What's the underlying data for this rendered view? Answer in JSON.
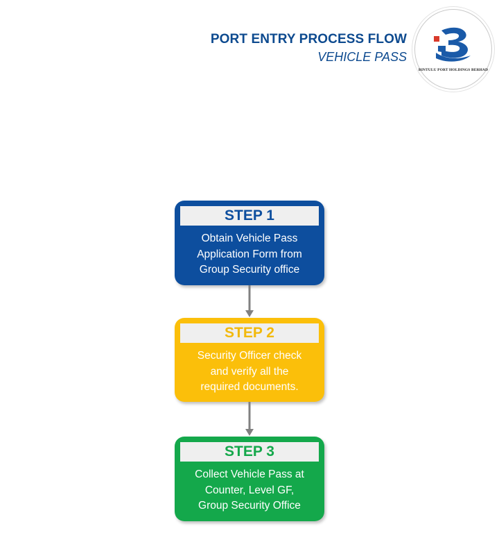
{
  "header": {
    "title": "PORT ENTRY PROCESS FLOW",
    "subtitle": "VEHICLE PASS"
  },
  "logo": {
    "name": "BINTULU PORT HOLDINGS BERHAD"
  },
  "steps": [
    {
      "label": "STEP 1",
      "lines": [
        "Obtain Vehicle Pass",
        "Application Form from",
        "Group Security office"
      ],
      "color": "#0d4e9e"
    },
    {
      "label": "STEP 2",
      "lines": [
        "Security Officer check",
        "and verify all the",
        "required documents."
      ],
      "color": "#fbbf0a"
    },
    {
      "label": "STEP 3",
      "lines": [
        "Collect Vehicle Pass at",
        "Counter, Level GF,",
        "Group Security Office"
      ],
      "color": "#14a84b"
    }
  ],
  "connector_color": "#808080"
}
